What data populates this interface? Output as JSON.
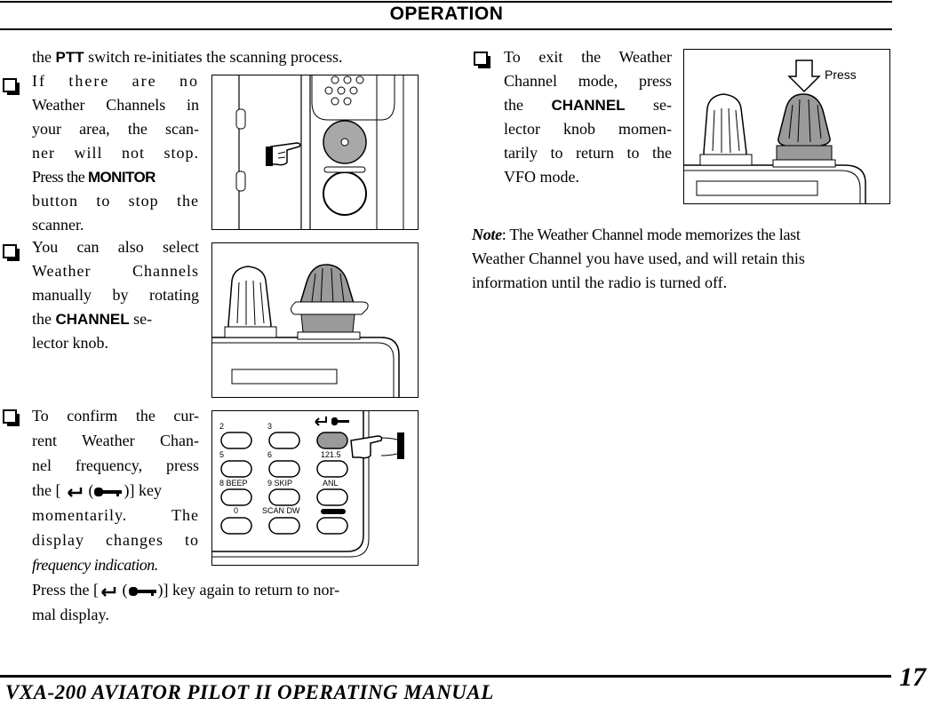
{
  "header": {
    "title": "OPERATION"
  },
  "left": {
    "p0_prefix": "the ",
    "p0_bold": "PTT",
    "p0_suffix": " switch re-initiates the scanning process.",
    "b1_l1": "If there are no",
    "b1_l2": "Weather Channels in",
    "b1_l3": "your area, the scan-",
    "b1_l4": "ner will not stop.",
    "b1_l5_prefix": "Press the ",
    "b1_l5_bold": "MONITOR",
    "b1_l6": "button to stop the",
    "b1_l7": "scanner.",
    "b2_l1": "You can also select",
    "b2_l2": "Weather Channels",
    "b2_l3": "manually by rotating",
    "b2_l4_prefix": "the ",
    "b2_l4_bold": "CHANNEL",
    "b2_l4_suffix": " se-",
    "b2_l5": "lector knob.",
    "b3_l1": "To confirm the cur-",
    "b3_l2": "rent Weather Chan-",
    "b3_l3": "nel frequency, press",
    "b3_l4_a": "the [",
    "b3_l4_b": " (",
    "b3_l4_c": ")] key",
    "b3_l5": "momentarily. The",
    "b3_l6": "display changes to",
    "b3_l7": "frequency indication.",
    "b3_l8_a": "Press the [",
    "b3_l8_b": " (",
    "b3_l8_c": ")] key again to return to nor-",
    "b3_l9": "mal display."
  },
  "right": {
    "b4_l1": "To exit the Weather",
    "b4_l2": "Channel mode, press",
    "b4_l3_prefix": "the ",
    "b4_l3_bold": "CHANNEL",
    "b4_l3_suffix": " se-",
    "b4_l4": "lector knob momen-",
    "b4_l5": "tarily to return to the",
    "b4_l6": "VFO mode.",
    "note_label": "Note",
    "note_l1": ": The Weather Channel mode memorizes the last",
    "note_l2": "Weather Channel you have used, and will retain this",
    "note_l3": "information until the radio is turned off."
  },
  "figures": {
    "press_label": "Press",
    "keypad": {
      "labels": [
        "2",
        "3",
        "5",
        "6",
        "121.5",
        "8 BEEP",
        "9 SKIP",
        "ANL",
        "0",
        "SCAN DW"
      ]
    }
  },
  "footer": {
    "title": "VXA-200 AVIATOR PILOT II OPERATING MANUAL",
    "page": "17"
  }
}
